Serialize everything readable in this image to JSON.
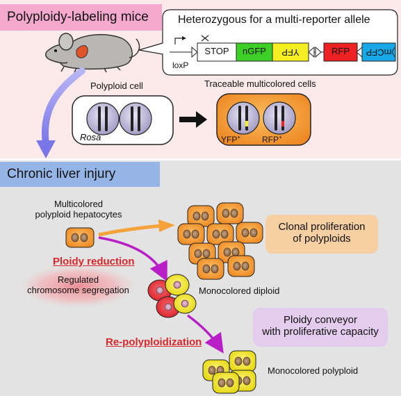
{
  "top_section": {
    "title": "Polyploidy-labeling mice",
    "allele_caption": "Heterozygous for a multi-reporter allele",
    "allele_parts": {
      "stop": "STOP",
      "ngfp": "nGFP",
      "yfp": "YFP",
      "rfp": "RFP",
      "mcfp": "mCFP",
      "loxp": "loxP"
    },
    "polyploid_cell_label": "Polyploid cell",
    "rosa_label": "Rosa",
    "traceable_label": "Traceable multicolored cells",
    "yfp_pos_label": "YFP",
    "rfp_pos_label": "RFP",
    "plus_sign": "+"
  },
  "bottom_section": {
    "title": "Chronic liver injury",
    "start_cells_label": "Multicolored\npolyploid hepatocytes",
    "ploidy_reduction": "Ploidy reduction",
    "regulated_segregation": "Regulated\nchromosome segregation",
    "monocolored_diploid": "Monocolored diploid",
    "clonal_proliferation": "Clonal proliferation\nof polyploids",
    "conveyor": "Ploidy conveyor\nwith proliferative capacity",
    "re_polyploidization": "Re-polyploidization",
    "monocolored_polyploid": "Monocolored polyploid"
  },
  "colors": {
    "top_bg": "#fce9e9",
    "top_title_bg": "#f5a9cf",
    "bottom_bg": "#e3e3e3",
    "bottom_title_bg": "#94b5e6",
    "hepatocyte_orange": "#f3a547",
    "yellow_cell": "#f3e529",
    "red_cell": "#e8333a",
    "arrow_orange": "#f5a23b",
    "arrow_purple": "#b91fc6",
    "arrow_blue": "#8f8cf0",
    "clonal_box": "#f6cfa2",
    "conveyor_box": "#e3ccee",
    "ploidy_red": "#d8262a",
    "gfp_green": "#3ecf27",
    "yfp_yellow": "#f5ee22",
    "rfp_red": "#ee2222",
    "cfp_cyan": "#18a8e8"
  }
}
